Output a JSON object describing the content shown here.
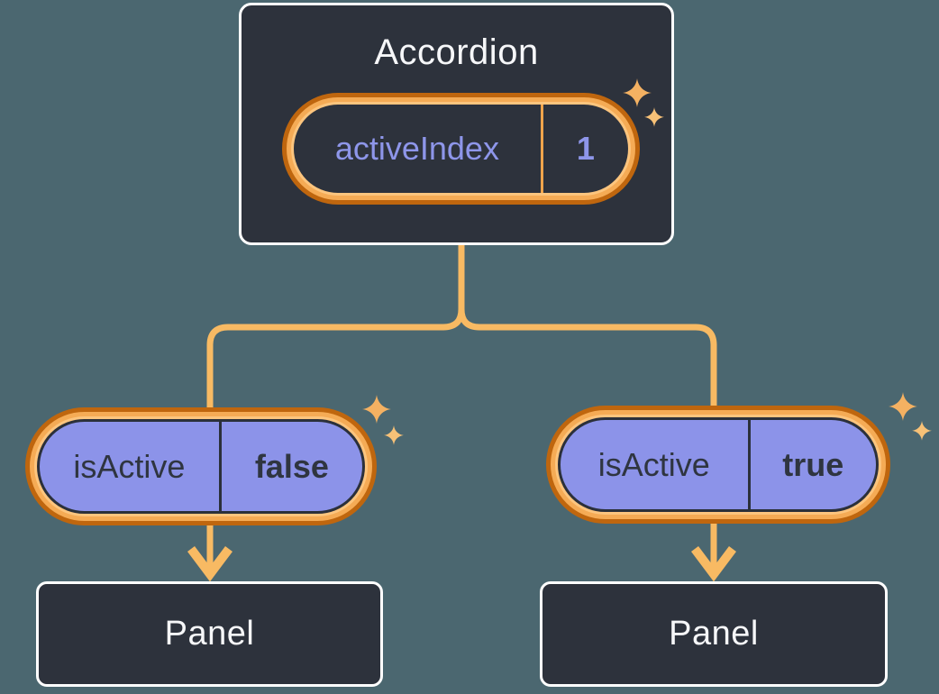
{
  "diagram": {
    "description": "React lifting-state-up diagram: Accordion parent holds activeIndex state, passes isActive props to two Panels",
    "colors": {
      "background": "#4b6770",
      "box_background": "#2d323c",
      "box_border": "#ffffff",
      "connector_orange": "#f8ba63",
      "ring_outer_orange": "#bf660e",
      "ring_inner_orange": "#f5ab55",
      "ring_highlight": "#fcc57e",
      "pill_purple": "#8c93e9",
      "state_text_purple": "#8e96ea",
      "prop_text_dark": "#2f3540",
      "sparkle_big": "#f4b162",
      "sparkle_small": "#f7c177"
    },
    "root": {
      "title": "Accordion",
      "state": {
        "name": "activeIndex",
        "value": "1"
      }
    },
    "children": [
      {
        "prop": {
          "name": "isActive",
          "value": "false"
        },
        "panel_label": "Panel"
      },
      {
        "prop": {
          "name": "isActive",
          "value": "true"
        },
        "panel_label": "Panel"
      }
    ]
  }
}
